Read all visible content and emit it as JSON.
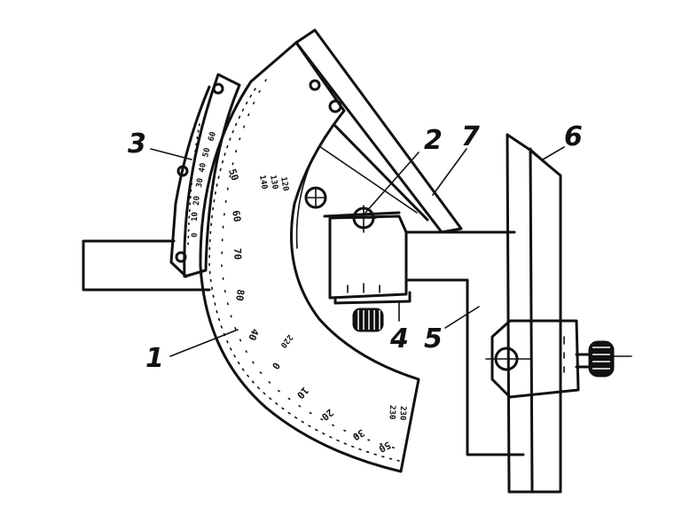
{
  "callouts": [
    {
      "id": "1",
      "text": "1"
    },
    {
      "id": "2",
      "text": "2"
    },
    {
      "id": "3",
      "text": "3"
    },
    {
      "id": "4",
      "text": "4"
    },
    {
      "id": "5",
      "text": "5"
    },
    {
      "id": "6",
      "text": "6"
    },
    {
      "id": "7",
      "text": "7"
    }
  ],
  "main_scale_labels": [
    "50",
    "60",
    "70",
    "80",
    "0",
    "10",
    "20",
    "30",
    "40",
    "50"
  ],
  "inner_scale_labels": [
    "140",
    "130",
    "120",
    "220",
    "230",
    "230"
  ],
  "vernier_labels": [
    "0",
    "10",
    "20",
    "30",
    "40",
    "50",
    "60"
  ]
}
